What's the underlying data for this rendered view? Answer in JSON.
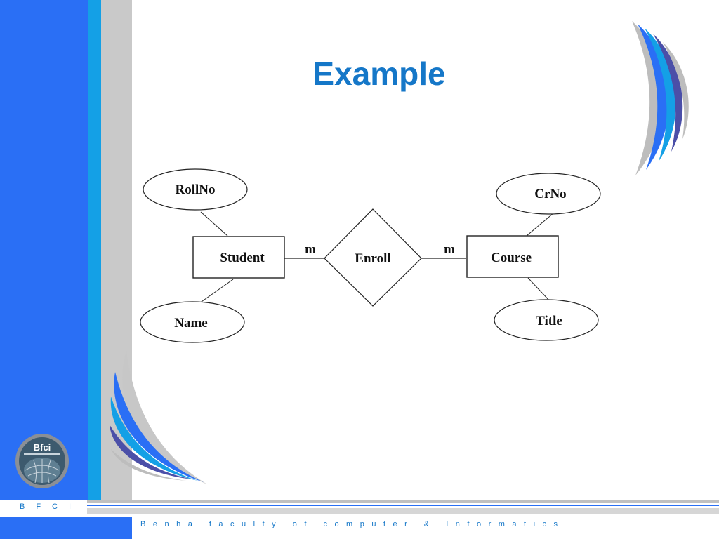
{
  "slide": {
    "title": "Example"
  },
  "diagram": {
    "entities": [
      {
        "id": "student",
        "label": "Student"
      },
      {
        "id": "course",
        "label": "Course"
      }
    ],
    "relationships": [
      {
        "id": "enroll",
        "label": "Enroll"
      }
    ],
    "attributes": [
      {
        "id": "rollno",
        "label": "RollNo",
        "of": "student"
      },
      {
        "id": "name",
        "label": "Name",
        "of": "student"
      },
      {
        "id": "crno",
        "label": "CrNo",
        "of": "course"
      },
      {
        "id": "title",
        "label": "Title",
        "of": "course"
      }
    ],
    "cardinalities": {
      "student_enroll": "m",
      "enroll_course": "m"
    }
  },
  "footer": {
    "abbrev": "BFCI",
    "text": "Benha faculty of computer & Informatics"
  },
  "logo": {
    "icon": "bfci-globe-logo-icon",
    "text": "Bfci"
  },
  "colors": {
    "accent_blue": "#2a6ff5",
    "light_blue": "#14a0e6",
    "title_blue": "#1577c8"
  }
}
